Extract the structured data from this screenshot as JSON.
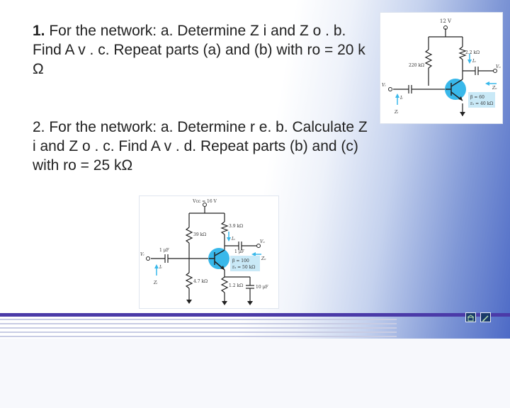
{
  "slide": {
    "colors": {
      "accent": "#4b3aa8",
      "stripe_light": "#c8cce4",
      "circuit_blue": "#39b8ea",
      "text": "#222222"
    },
    "question1": {
      "number": "1.",
      "text": "For the network: a. Determine Z i and Z o . b. Find A v . c. Repeat parts (a) and (b) with ro = 20 k Ω"
    },
    "question2": {
      "number": "2.",
      "text": "For the network: a. Determine r e. b. Calculate Z i and Z o . c. Find A v . d. Repeat parts (b) and (c) with ro = 25 kΩ"
    },
    "circuit1": {
      "supply": "12 V",
      "rb": "220 kΩ",
      "rc": "2.2 kΩ",
      "beta": "β = 60",
      "ro": "rₒ = 40 kΩ",
      "vi": "Vᵢ",
      "vo": "Vₒ",
      "ii": "Iᵢ",
      "io": "Iₒ",
      "zi": "Zᵢ",
      "zo": "Zₒ"
    },
    "circuit2": {
      "supply": "Vᴄᴄ = 16 V",
      "r1": "39 kΩ",
      "r2": "4.7 kΩ",
      "rc": "3.9 kΩ",
      "re": "1.2 kΩ",
      "ce": "10 μF",
      "c_in": "1 μF",
      "c_out": "1 μF",
      "beta": "β = 100",
      "ro": "rₒ = 50 kΩ",
      "vi": "Vᵢ",
      "vo": "Vₒ",
      "ii": "Iᵢ",
      "io": "Iₒ",
      "zi": "Zᵢ",
      "zo": "Zₒ"
    },
    "nav": {
      "prev_icon": "home-icon",
      "next_icon": "pen-icon"
    }
  }
}
